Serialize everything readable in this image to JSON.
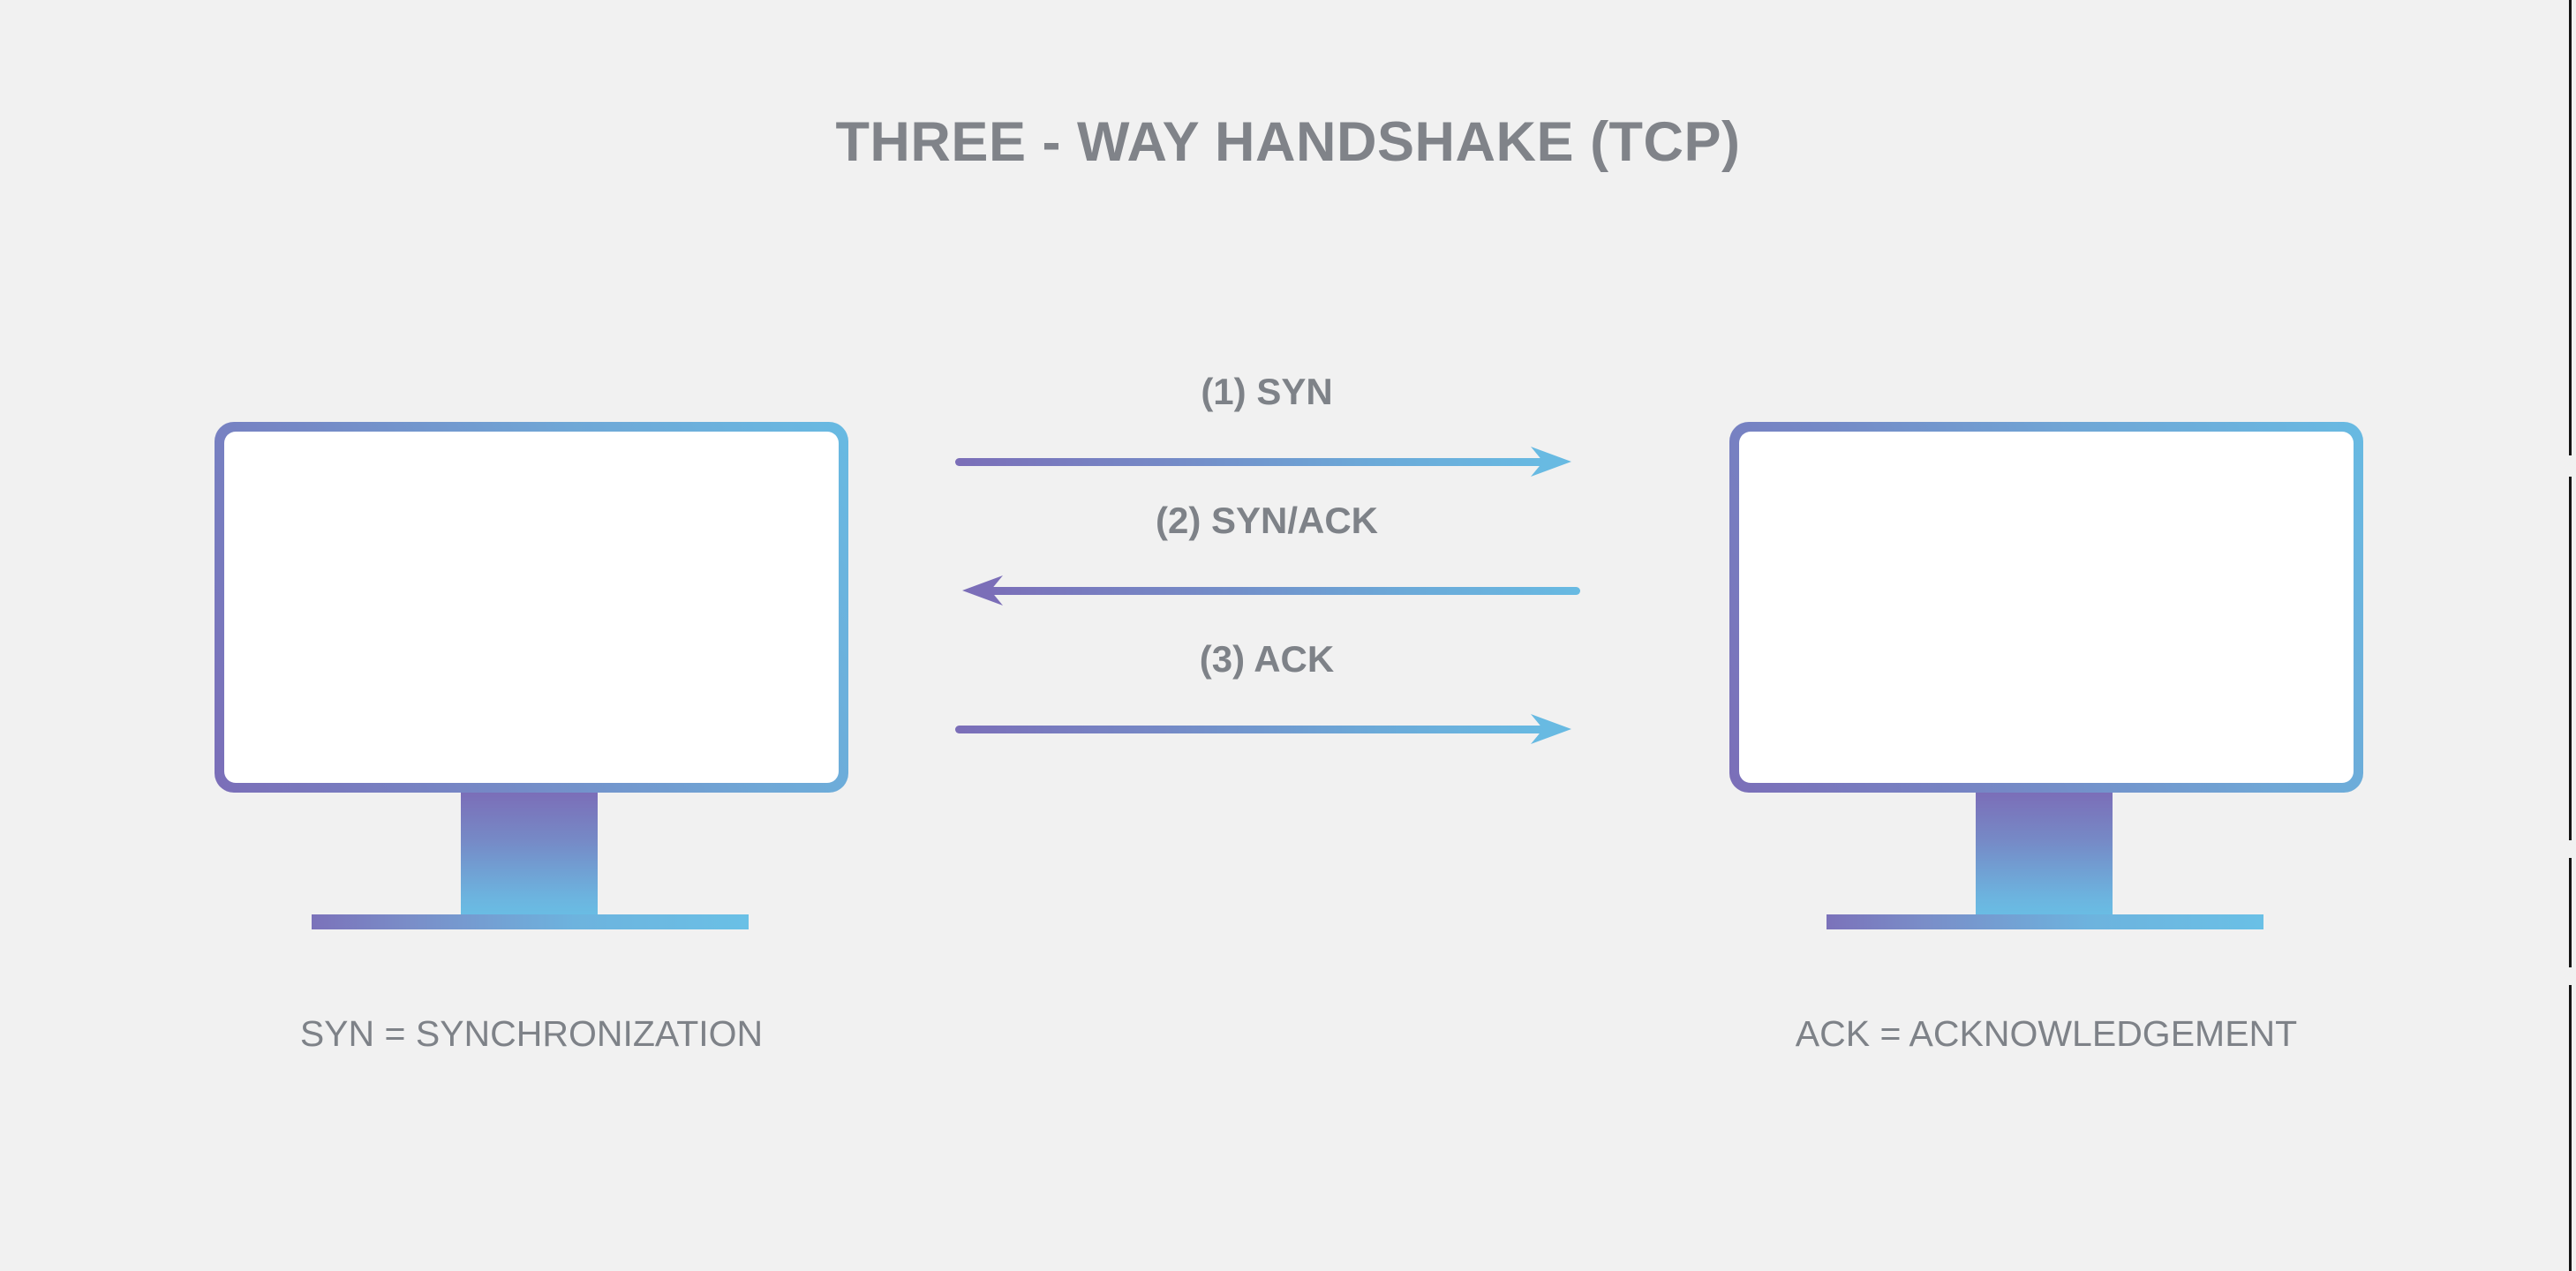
{
  "page": {
    "title": "THREE - WAY HANDSHAKE (TCP)",
    "background_color": "#f1f1f1",
    "title_color": "#808389",
    "text_color": "#7e8288"
  },
  "palette": {
    "gradient_start": "#7b6eb8",
    "gradient_mid": "#7589c6",
    "gradient_end": "#68bae2",
    "screen_fill": "#ffffff"
  },
  "nodes": [
    {
      "id": "client",
      "icon": "monitor-icon",
      "caption": "SYN = SYNCHRONIZATION"
    },
    {
      "id": "server",
      "icon": "monitor-icon",
      "caption": "ACK = ACKNOWLEDGEMENT"
    }
  ],
  "messages": [
    {
      "step": 1,
      "label": "(1) SYN",
      "direction": "right",
      "from": "client",
      "to": "server"
    },
    {
      "step": 2,
      "label": "(2) SYN/ACK",
      "direction": "left",
      "from": "server",
      "to": "client"
    },
    {
      "step": 3,
      "label": "(3) ACK",
      "direction": "right",
      "from": "client",
      "to": "server"
    }
  ]
}
